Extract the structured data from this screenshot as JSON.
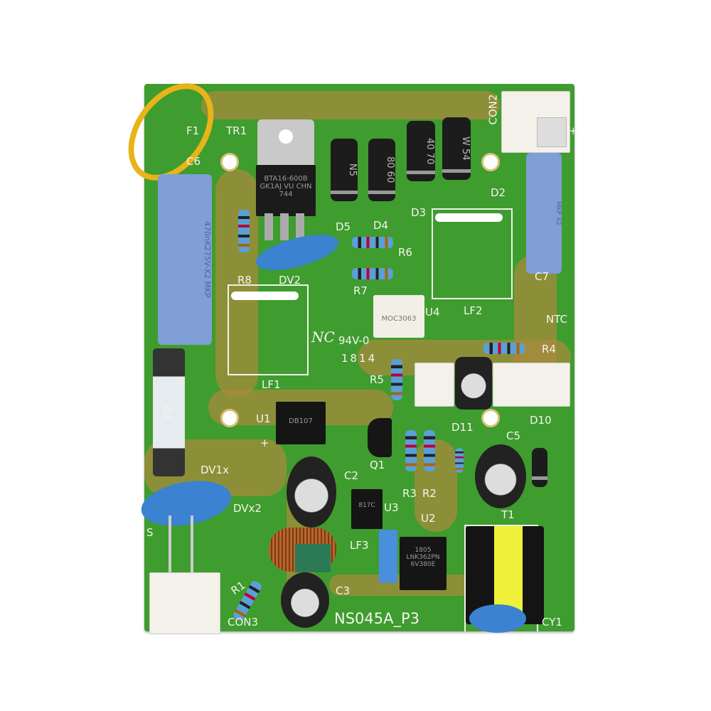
{
  "board": {
    "colors": {
      "pcb": "#3f9c2e",
      "trace": "#a88b3c",
      "silkscreen": "#f4f4ef"
    },
    "model": "NS045A_P3",
    "rating": "94V-0",
    "date_code": "1814",
    "logo": "NC",
    "labels": {
      "tr1": "TR1",
      "c6": "C6",
      "con2": "CON2",
      "plus": "+",
      "d2": "D2",
      "d3": "D3",
      "d4": "D4",
      "d5": "D5",
      "r6": "R6",
      "r7": "R7",
      "r8": "R8",
      "dv2": "DV2",
      "c7": "C7",
      "lf2": "LF2",
      "lf1": "LF1",
      "u4": "U4",
      "ntc": "NTC",
      "r4": "R4",
      "r5": "R5",
      "u1": "U1",
      "d11": "D11",
      "d10": "D10",
      "c5": "C5",
      "q1": "Q1",
      "r3": "R3",
      "r2": "R2",
      "c2": "C2",
      "u3": "U3",
      "u2": "U2",
      "dv1x": "DV1x",
      "dvx2": "DVx2",
      "lf3": "LF3",
      "c3": "C3",
      "r1": "R1",
      "con3": "CON3",
      "cy1": "CY1",
      "f1": "F1",
      "f2": "F2",
      "t1": "T1",
      "s": "S",
      "plus2": "+"
    },
    "parts": {
      "triac": "BTA16-600B GK1AJ VU CHN 744",
      "diode1": "N5",
      "diode2": "80 60",
      "diode3": "40 70",
      "diode4": "W 54",
      "c6_text": "470nK275V-X2 MKP",
      "c7_text": "MKP X2",
      "opto": "MOC3063",
      "bridge": "DB107",
      "u2": "1805 LNK362PN 6V380E",
      "u3": "817C"
    }
  }
}
